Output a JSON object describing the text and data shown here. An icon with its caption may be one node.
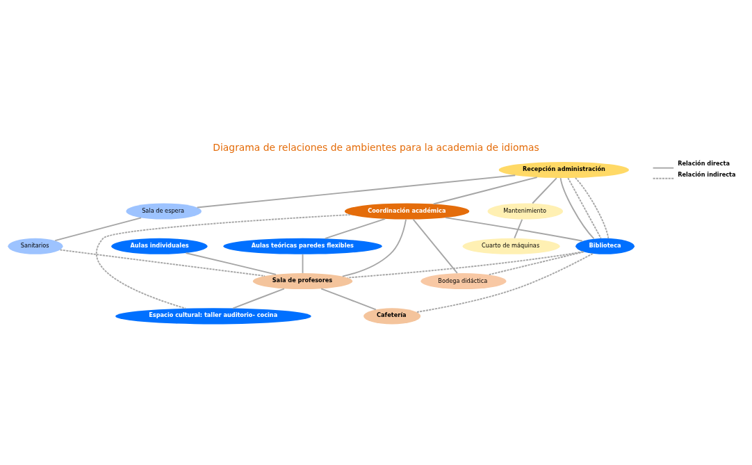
{
  "diagram": {
    "title": "Diagrama de relaciones de ambientes para la academia de idiomas",
    "nodes": [
      {
        "text": [
          "Recepción administración"
        ]
      },
      {
        "text": [
          "Coordinación académica"
        ]
      },
      {
        "text": [
          "Aulas teóricas paredes flexibles"
        ]
      },
      {
        "text": [
          "Aulas individuales"
        ]
      },
      {
        "text": [
          "Sala de espera"
        ]
      },
      {
        "text": [
          "Biblioteca"
        ]
      },
      {
        "text": [
          "Sala de profesores"
        ]
      },
      {
        "text": [
          "Sanitarios"
        ]
      },
      {
        "text": [
          "Espacio cultural: taller auditorio- cocina"
        ]
      },
      {
        "text": [
          "Mantenimiento"
        ]
      },
      {
        "text": [
          "Bodega didáctica"
        ]
      },
      {
        "text": [
          "Cafetería"
        ]
      },
      {
        "text": [
          "Cuarto de máquinas"
        ]
      }
    ],
    "edges": [
      {
        "from": 0,
        "to": 1,
        "arrow": "none"
      },
      {
        "from": 0,
        "to": 5,
        "arrow": "none"
      },
      {
        "from": 0,
        "to": 4,
        "arrow": "none"
      },
      {
        "from": 0,
        "to": 9,
        "arrow": "none"
      },
      {
        "from": 0,
        "to": 5,
        "arrow": "none",
        "style": "dashed"
      },
      {
        "from": 0,
        "to": 5,
        "arrow": "none",
        "style": "dashed"
      },
      {
        "from": 1,
        "to": 2,
        "arrow": "none"
      },
      {
        "from": 1,
        "to": 5,
        "arrow": "none"
      },
      {
        "from": 1,
        "to": 6,
        "arrow": "none"
      },
      {
        "from": 1,
        "to": 10,
        "arrow": "none"
      },
      {
        "from": 1,
        "to": 8,
        "arrow": "none",
        "style": "dashed"
      },
      {
        "from": 2,
        "to": 6,
        "arrow": "none"
      },
      {
        "from": 3,
        "to": 6,
        "arrow": "none"
      },
      {
        "from": 6,
        "to": 8,
        "arrow": "none"
      },
      {
        "from": 6,
        "to": 11,
        "arrow": "none"
      },
      {
        "from": 5,
        "to": 6,
        "arrow": "none",
        "style": "dashed"
      },
      {
        "from": 7,
        "to": 6,
        "arrow": "none",
        "style": "dashed"
      },
      {
        "from": 5,
        "to": 10,
        "arrow": "none",
        "style": "dashed"
      },
      {
        "from": 5,
        "to": 11,
        "arrow": "none",
        "style": "dashed"
      },
      {
        "from": 4,
        "to": 7,
        "arrow": "none"
      },
      {
        "from": 9,
        "to": 12,
        "arrow": "none"
      }
    ],
    "legend": [
      {
        "text": "Relación directa"
      },
      {
        "text": "Relación indirecta"
      }
    ]
  }
}
